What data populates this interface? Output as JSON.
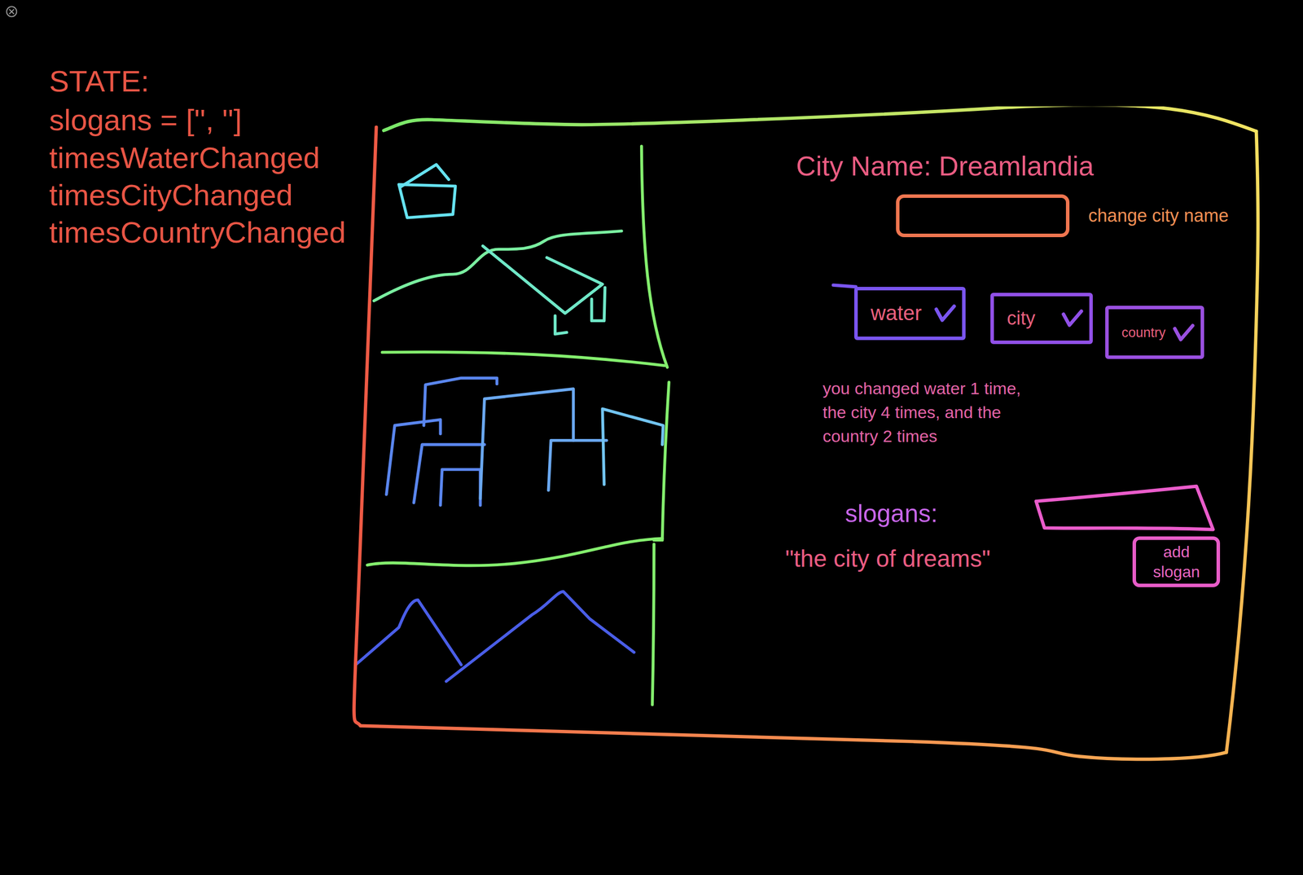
{
  "diagram": {
    "nodes": [
      {
        "text": [
          "City Name: Dreamlandia",
          "you changed water 1 time, the city 4 times, and the country 2 times",
          "slogans:",
          "\"the city of dreams\""
        ]
      },
      {
        "text": [
          "change city name"
        ],
        "in": 0
      },
      {
        "text": [
          "water"
        ],
        "in": 0
      },
      {
        "text": [
          "city"
        ],
        "in": 0
      },
      {
        "text": [
          "country"
        ],
        "in": 0
      },
      {
        "text": [
          "add slogan"
        ],
        "in": 0
      }
    ],
    "labels": [
      "STATE:",
      "slogans = ['', '']",
      "timesWaterChanged",
      "timesCityChanged",
      "timesCountryChanged"
    ]
  }
}
